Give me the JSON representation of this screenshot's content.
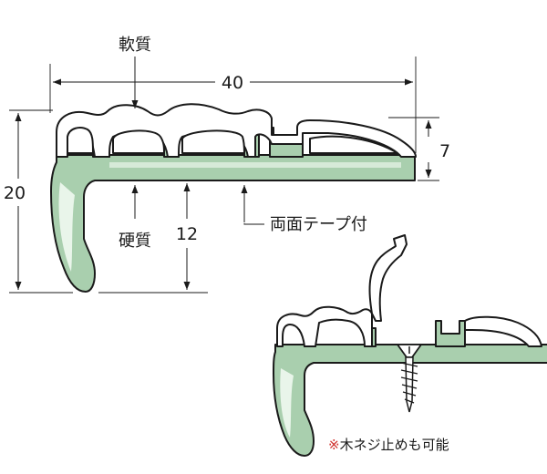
{
  "labels": {
    "soft_material": "軟質",
    "hard_material": "硬質",
    "tape": "両面テープ付",
    "note_mark": "※",
    "note_text": "木ネジ止めも可能"
  },
  "dimensions": {
    "width": "40",
    "height": "20",
    "inner_depth": "12",
    "lip_height": "7"
  },
  "colors": {
    "hard_fill": "#a9cfae",
    "soft_fill": "#ffffff",
    "outline": "#1a1a1a",
    "note_mark": "#d0312d"
  }
}
